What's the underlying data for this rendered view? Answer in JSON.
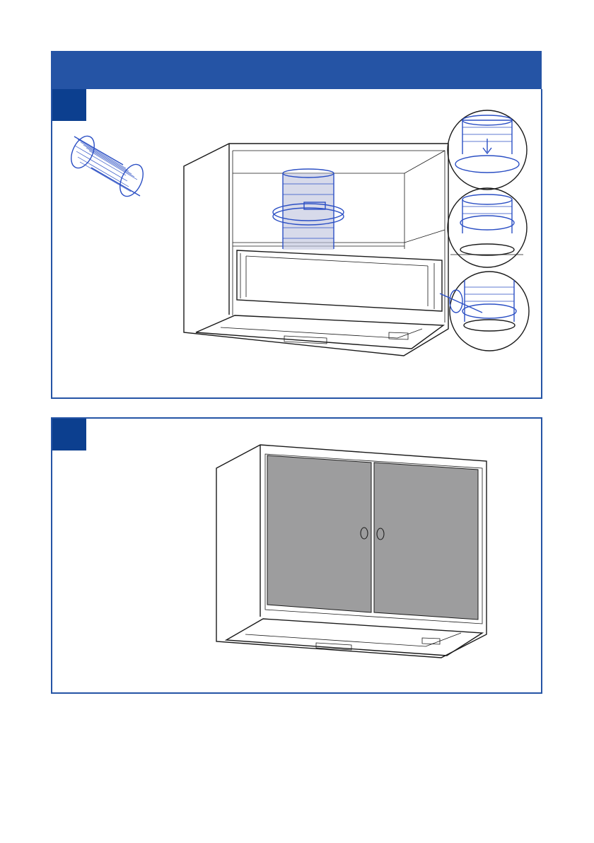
{
  "header": {
    "title": "",
    "color": "#2554a5"
  },
  "steps": [
    {
      "number": "",
      "illustration": "flexible-duct-clamp-installation",
      "items": [
        "flexible-duct-icon",
        "cabinet-hood-with-duct",
        "clamp-detail-1",
        "clamp-detail-2",
        "clamp-detail-3"
      ]
    },
    {
      "number": "",
      "illustration": "cabinet-with-closed-doors"
    }
  ],
  "colors": {
    "accent": "#2554a5",
    "badge": "#0c3f8f",
    "duct_blue": "#2b4fc4",
    "door_grey": "#9d9d9e"
  }
}
